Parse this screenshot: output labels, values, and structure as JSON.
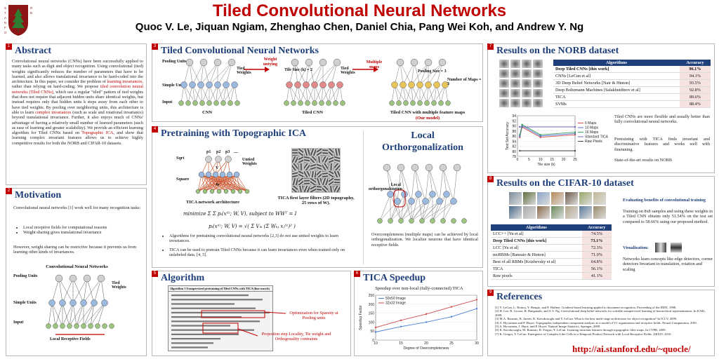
{
  "header": {
    "title": "Tiled Convolutional Neural Networks",
    "authors": "Quoc V. Le, Jiquan Ngiam, Zhenghao Chen, Daniel Chia, Pang Wei Koh, and Andrew Y. Ng",
    "logo_letters": "STANFORD"
  },
  "colors": {
    "accent": "#c00000",
    "heading": "#1f3f7a"
  },
  "abstract": {
    "num": "1",
    "title": "Abstract",
    "p1": "Convolutional neural networks (CNNs) have been successfully applied to many tasks such as digit and object recognition. Using convolutional (tied) weights significantly reduces the number of parameters that have to be learned, and also allows translational invariance to be hard-coded into the architecture. In this paper, we consider the problem of ",
    "hl1": "learning invariances",
    "p2": ", rather than relying on hard-coding. We propose ",
    "hl2": "tiled convolution neural networks (Tiled CNNs)",
    "p3": ", which use a regular \"tiled\" pattern of tied weights that does not require that adjacent hidden units share identical weights, but instead requires only that hidden units k steps away from each other to have tied weights. By pooling over neighboring units, this architecture is able to learn ",
    "hl3": "complex invariances",
    "p4": " (such as scale and rotational invariance) beyond translational invariance. Further, it also enjoys much of CNNs' advantage of having a relatively small number of learned parameters (such as ease of learning and greater scalability). We provide an efficient learning algorithm for Tiled CNNs based on ",
    "hl4": "Topographic ICA",
    "p5": ", and show that learning complex invariant features allows us to achieve highly competitive results for both the NORB and CIFAR-10 datasets."
  },
  "motivation": {
    "num": "2",
    "title": "Motivation",
    "intro": "Convolutional neural networks [1] work well for many recognition tasks:",
    "bullets": [
      "Local receptive fields for computational reasons",
      "Weight sharing gives translational invariance"
    ],
    "outro": "However, weight sharing can be restrictive because it prevents us from learning other kinds of invariances.",
    "fig_title": "Convolutional Neural Networks",
    "pooling": "Pooling Units",
    "simple": "Simple Units",
    "input": "Input",
    "tied": "Tied Weights",
    "local": "Local Receptive Fields"
  },
  "tiled": {
    "num": "3",
    "title": "Tiled Convolutional Neural Networks",
    "pooling": "Pooling Units",
    "simple": "Simple Units",
    "input": "Input",
    "tied_a": "Tied Weights",
    "weight_untying": "Weight untying",
    "tile_size": "Tile Size (k) = 2",
    "tied_b": "Tied Weights",
    "multiple_maps": "Multiple maps",
    "pooling_size": "Pooling Size = 3",
    "num_maps": "Number of Maps = 3",
    "cap_cnn": "CNN",
    "cap_tiled": "Tiled CNN",
    "cap_multi": "Tiled CNN with multiple feature maps",
    "cap_ours": "(Our model)"
  },
  "pretrain": {
    "num": "4",
    "title": "Pretraining with Topographic ICA",
    "sqrt": "Sqrt",
    "square": "Square",
    "p1": "p1",
    "p2": "p2",
    "p3": "p3",
    "dots": "....",
    "v": "V",
    "w": "W",
    "untied": "Untied Weights",
    "fig_cap": "TICA network architecture",
    "filters_cap": "TICA first layer filters (2D topography, 25 rows of W).",
    "bullet1": "Algorithms for pretraining convolutional neural networks [2,3] do not use untied weights to learn invariances.",
    "bullet2": "TICA can be used to pretrain Tiled CNNs because it can learn invariances even when trained only on unlabeled data. [4, 5]."
  },
  "local_orth": {
    "title": "Local Orthorgonalization",
    "label": "Local orthorgonalization",
    "text": "Overcompleteness (multiple maps) can be achieved by local orthogonalization. We localize neurons that have identical receptive fields."
  },
  "algorithm": {
    "num": "5",
    "title": "Algorithm",
    "algo_title": "Algorithm 1 Unsupervised pretraining of Tiled CNNs with TICA (line search)",
    "note1": "Optimization for Sparsity at Pooling units",
    "note2": "Projection step Locality, Tie weight and Orthogonality contraints"
  },
  "speedup": {
    "num": "6",
    "title": "TICA Speedup",
    "chart_title": "Speedup over non-local (fully-connected) TICA"
  },
  "norb": {
    "num": "7",
    "title": "Results on the NORB dataset",
    "col1": "Algorithms",
    "col2": "Accuracy",
    "rows": [
      {
        "name": "Deep Tiled CNNs [this work]",
        "acc": "96.1%"
      },
      {
        "name": "CNNs [LeCun et al]",
        "acc": "94.1%"
      },
      {
        "name": "3D Deep Belief Networks [Nair & Hinton]",
        "acc": "93.5%"
      },
      {
        "name": "Deep Boltzmann Machines [Salakhutdinov et al]",
        "acc": "92.8%"
      },
      {
        "name": "TICA",
        "acc": "89.6%"
      },
      {
        "name": "SVMs",
        "acc": "88.4%"
      }
    ],
    "side1": "Tiled CNNs are more flexible and usually better than fully convolutional neural networks.",
    "side2": "Pretraining with TICA finds invariant and discriminative features and works well with finetuning.",
    "side3": "State-of-the-art results on NORB"
  },
  "cifar": {
    "num": "8",
    "title": "Results on the CIFAR-10 dataset",
    "col1": "Algorithms",
    "col2": "Accuracy",
    "rows": [
      {
        "name": "LCC++ [Yu et al]",
        "acc": "74.5%"
      },
      {
        "name": "Deep Tiled CNNs [this work]",
        "acc": "73.1%"
      },
      {
        "name": "LCC [Yu et al]",
        "acc": "72.3%"
      },
      {
        "name": "mcRBMs [Ranzato & Hinton]",
        "acc": "71.0%"
      },
      {
        "name": "Best of all RBMs [Krizhevsky et al]",
        "acc": "64.8%"
      },
      {
        "name": "TICA",
        "acc": "56.1%"
      },
      {
        "name": "Raw pixels",
        "acc": "41.1%"
      }
    ],
    "eval_title": "Evaluating benefits of convolutional training",
    "eval_text": "Training on 8x8 samples and using these weights in a Tiled CNN obtains only 51.54% on the test set compared to 58.66% using our proposed method.",
    "vis_title": "Visualization:",
    "vis_text": "Networks learn concepts like edge detectors, corner detectors Invariant to translation, rotation and scaling"
  },
  "references": {
    "num": "9",
    "title": "References",
    "items": [
      "[1] Y. LeCun, L. Bottou, Y. Bengio, and P. Haffner. Gradient-based learning applied to document recognition. Proceeding of the IEEE, 1998.",
      "[2] H. Lee, R. Grosse, R. Ranganath, and A.Y. Ng. Convolutional deep belief networks for scalable unsupervised learning of hierarchical representations. In ICML, 2009.",
      "[3] M.A. Ranzato, K. Jarrett, K. Kavukcuoglu and Y. LeCun. What is the best multi-stage architecture for object recognition? In ICCV, 2009.",
      "[4] A. Hyvarinen and P. Hoyer. Topographic independent component analysis as a model of V1 organization and receptive fields. Neural Computation, 2001.",
      "[5] A. Hyvarinen, J. Hurri, and P. Hoyer. Natural Image Statistics. Springer, 2009.",
      "[6] K. Kavukcuoglu, M. Ranzato, R. Fergus, Y. LeCun. Learning invariant features through topographic filter maps. In CVPR, 2009.",
      "[7] K. Gregor, Y. LeCun. Emergence of Complex-Like Cells in a Temporal Product Network with Local Receptive Fields. ARXIV, 2010."
    ],
    "url": "http://ai.stanford.edu/~quocle/"
  },
  "chart_data": [
    {
      "type": "line",
      "title": "",
      "xlabel": "Tile size (k)",
      "ylabel": "Test Set Accuracy",
      "xlim": [
        0,
        25
      ],
      "ylim": [
        78,
        94
      ],
      "xticks": [
        0,
        5,
        10,
        15,
        20,
        25
      ],
      "yticks": [
        78,
        80,
        82,
        84,
        86,
        88,
        90,
        92,
        94
      ],
      "legend": "right",
      "series": [
        {
          "name": "6 Maps",
          "x": [
            1,
            2,
            10,
            25
          ],
          "y": [
            85.5,
            89.5,
            85.5,
            86.5
          ],
          "color": "#d24f4f"
        },
        {
          "name": "10 Maps",
          "x": [
            1,
            2,
            10,
            25
          ],
          "y": [
            86,
            90,
            86,
            87
          ],
          "color": "#4f6fd2"
        },
        {
          "name": "16 Maps",
          "x": [
            1,
            2,
            10,
            25
          ],
          "y": [
            86.5,
            90.5,
            86.5,
            87.5
          ],
          "color": "#3aa060"
        },
        {
          "name": "Standard TICA",
          "x": [
            1,
            25
          ],
          "y": [
            89.6,
            89.6
          ],
          "color": "#7a5fb0"
        },
        {
          "name": "Raw Pixels",
          "x": [
            1,
            25
          ],
          "y": [
            80.2,
            80.2
          ],
          "color": "#444444"
        }
      ]
    },
    {
      "type": "line",
      "title": "Speedup over non-local (fully-connected) TICA",
      "xlabel": "Degree of Overcompleteness",
      "ylabel": "Speedup Factor",
      "xlim": [
        10,
        30
      ],
      "ylim": [
        0,
        250
      ],
      "xticks": [
        10,
        15,
        20,
        25,
        30
      ],
      "yticks": [
        0,
        50,
        100,
        150,
        200,
        250
      ],
      "legend": "top-left",
      "series": [
        {
          "name": "50x50 Image",
          "x": [
            10,
            15,
            20,
            25,
            30
          ],
          "y": [
            45,
            75,
            100,
            130,
            175
          ],
          "color": "#4a7fd8"
        },
        {
          "name": "32x32 Image",
          "x": [
            10,
            15,
            20,
            25,
            30
          ],
          "y": [
            70,
            110,
            145,
            185,
            225
          ],
          "color": "#d24f4f"
        }
      ]
    }
  ]
}
